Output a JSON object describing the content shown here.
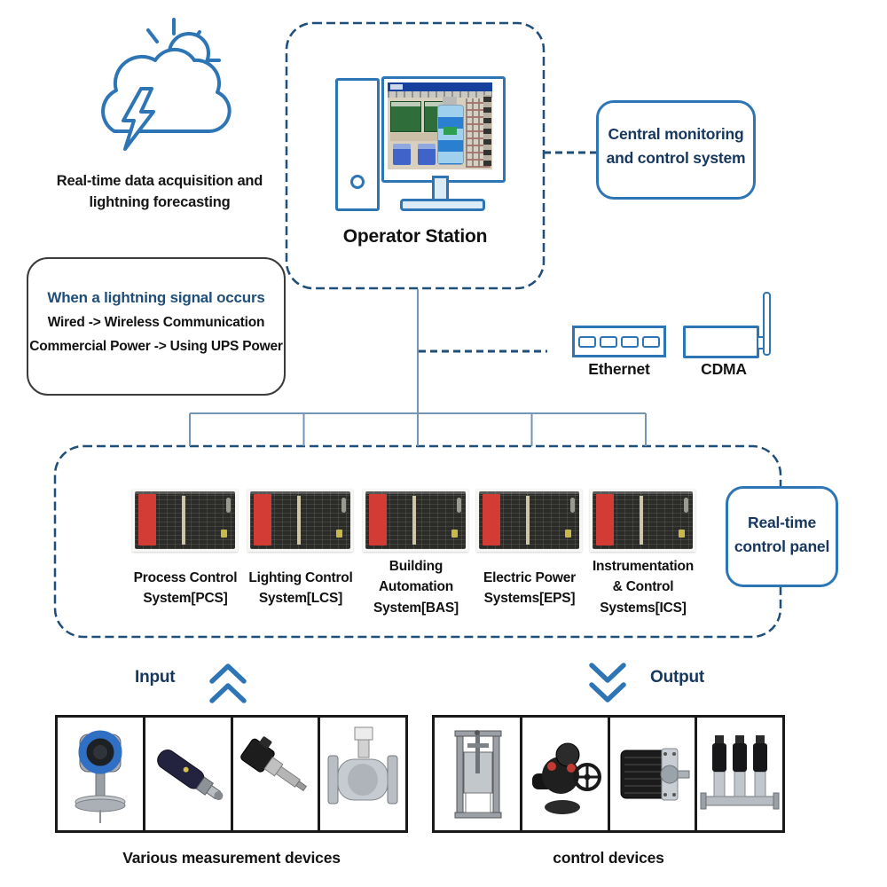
{
  "colors": {
    "accent_blue": "#2E75B6",
    "dash_navy": "#1F4E79",
    "line_steel": "#7596B3",
    "text_navy": "#17375E",
    "plc_red": "#D23C34"
  },
  "weather": {
    "icon": "cloud-lightning-sun-icon",
    "caption": "Real-time data acquisition and lightning forecasting"
  },
  "operator_station": {
    "icon": "desktop-computer-icon",
    "label": "Operator Station"
  },
  "central_monitoring": {
    "line1": "Central monitoring",
    "line2": "and control system"
  },
  "lightning_box": {
    "title": "When a lightning signal occurs",
    "line1": "Wired -> Wireless Communication",
    "line2": "Commercial Power -> Using UPS Power"
  },
  "network": {
    "ethernet": {
      "icon": "ethernet-switch-icon",
      "label": "Ethernet"
    },
    "cdma": {
      "icon": "cdma-antenna-icon",
      "label": "CDMA"
    }
  },
  "control_panel_box": {
    "systems": [
      {
        "icon": "plc-module-icon",
        "lines": [
          "Process Control",
          "System[PCS]"
        ]
      },
      {
        "icon": "plc-module-icon",
        "lines": [
          "Lighting Control",
          "System[LCS]"
        ]
      },
      {
        "icon": "plc-module-icon",
        "lines": [
          "Building",
          "Automation",
          "System[BAS]"
        ]
      },
      {
        "icon": "plc-module-icon",
        "lines": [
          "Electric Power",
          "Systems[EPS]"
        ]
      },
      {
        "icon": "plc-module-icon",
        "lines": [
          "Instrumentation",
          "& Control",
          "Systems[ICS]"
        ]
      }
    ],
    "badge": {
      "line1": "Real-time",
      "line2": "control panel"
    }
  },
  "io": {
    "input": {
      "label": "Input",
      "icon": "double-chevron-up-icon"
    },
    "output": {
      "label": "Output",
      "icon": "double-chevron-down-icon"
    }
  },
  "devices": {
    "measurement": {
      "caption": "Various measurement devices",
      "items": [
        {
          "icon": "pressure-transmitter-icon"
        },
        {
          "icon": "cylindrical-sensor-icon"
        },
        {
          "icon": "pressure-probe-icon"
        },
        {
          "icon": "flow-meter-icon"
        }
      ]
    },
    "control": {
      "caption": "control devices",
      "items": [
        {
          "icon": "gate-valve-icon"
        },
        {
          "icon": "valve-actuator-icon"
        },
        {
          "icon": "electric-motor-icon"
        },
        {
          "icon": "pump-set-icon"
        }
      ]
    }
  }
}
